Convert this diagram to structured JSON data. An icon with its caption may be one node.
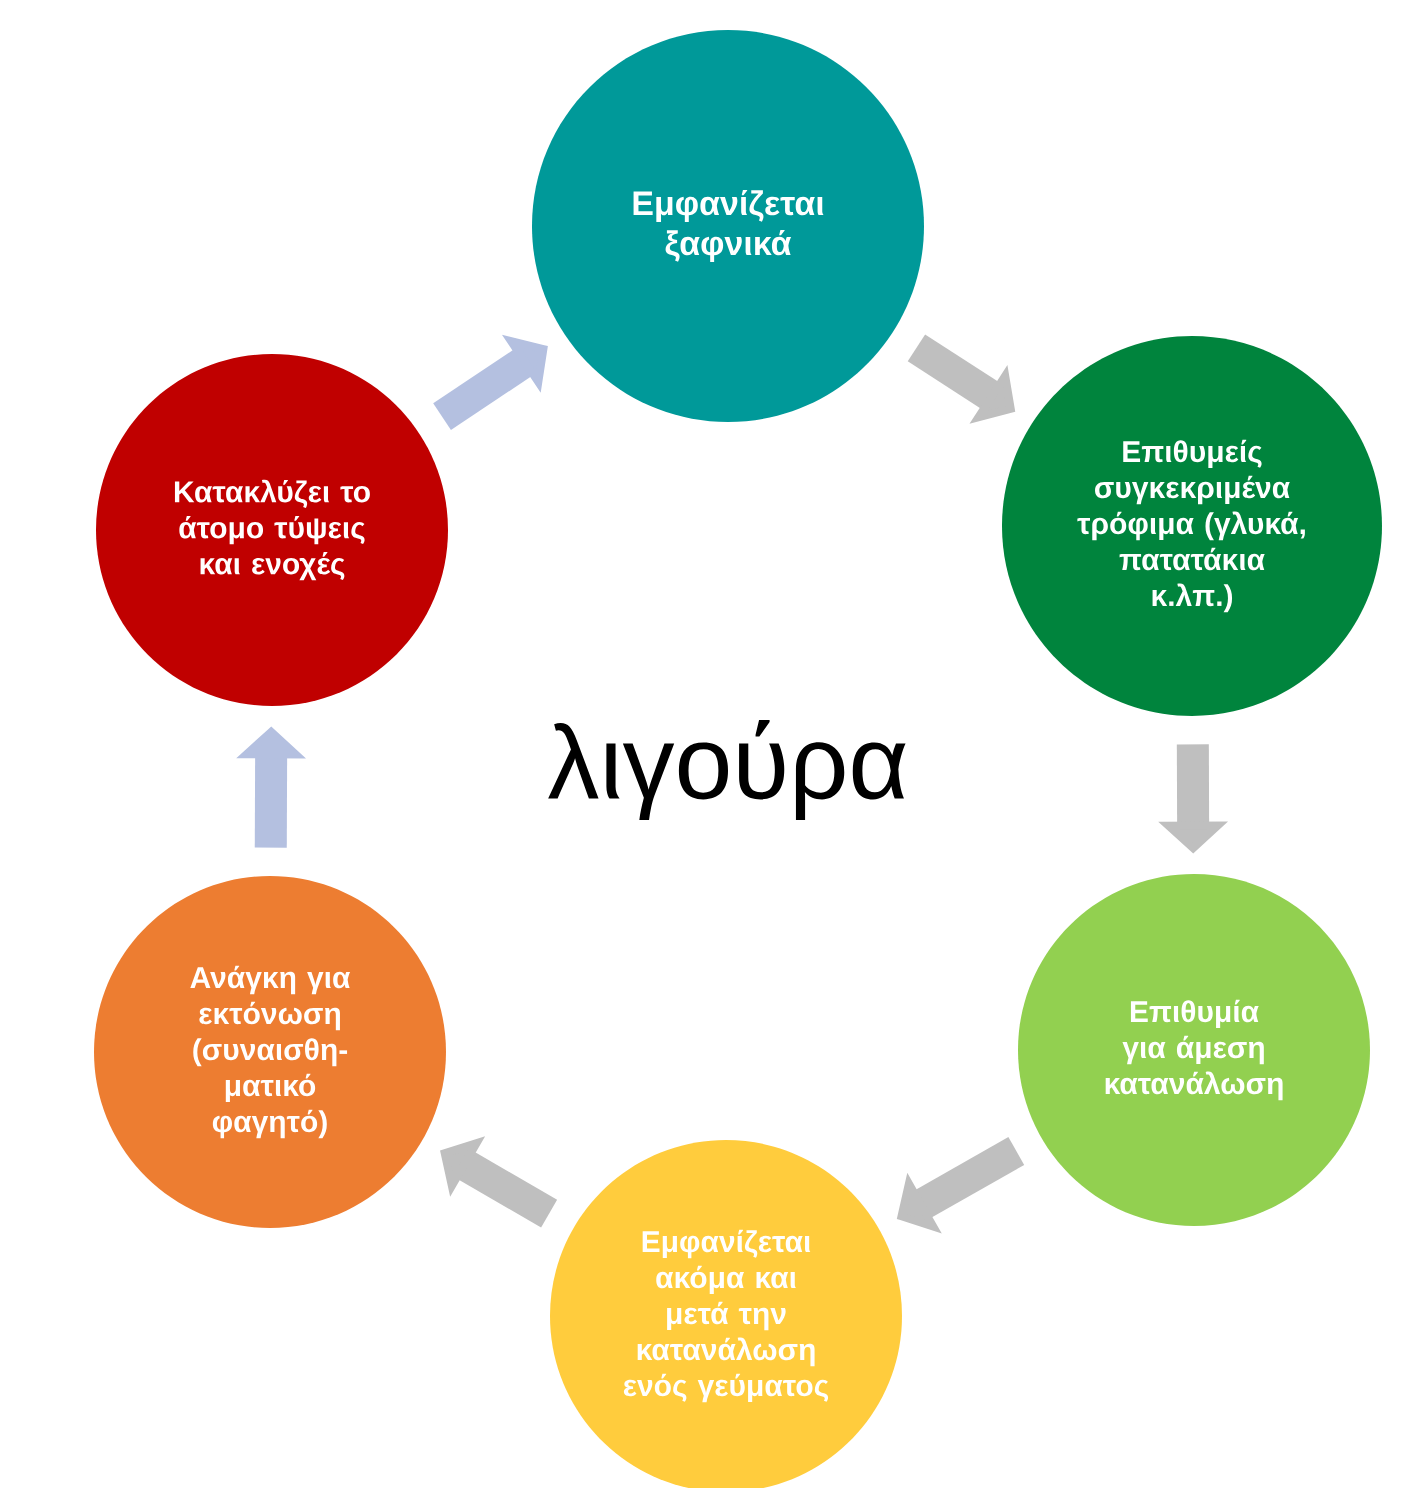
{
  "diagram": {
    "title": "λιγούρα",
    "nodes": [
      {
        "text": [
          "Εμφανίζεται ξαφνικά"
        ]
      },
      {
        "text": [
          "Επιθυμείς συγκεκριμένα τρόφιμα (γλυκά, πατατάκια κ.λπ.)"
        ]
      },
      {
        "text": [
          "Επιθυμία για άμεση κατανάλωση"
        ]
      },
      {
        "text": [
          "Εμφανίζεται ακόμα και μετά την κατανάλωση ενός γεύματος"
        ]
      },
      {
        "text": [
          "Ανάγκη για εκτόνωση (συναισθη-ματικό φαγητό)"
        ]
      },
      {
        "text": [
          "Κατακλύζει το άτομο τύψεις και ενοχές"
        ]
      }
    ],
    "edges": [
      {
        "from": 0,
        "to": 1,
        "arrow": "to"
      },
      {
        "from": 1,
        "to": 2,
        "arrow": "to"
      },
      {
        "from": 2,
        "to": 3,
        "arrow": "to"
      },
      {
        "from": 3,
        "to": 4,
        "arrow": "to"
      },
      {
        "from": 4,
        "to": 5,
        "arrow": "to",
        "color": "#b4c0e0"
      },
      {
        "from": 5,
        "to": 0,
        "arrow": "to",
        "color": "#b4c0e0"
      }
    ]
  }
}
